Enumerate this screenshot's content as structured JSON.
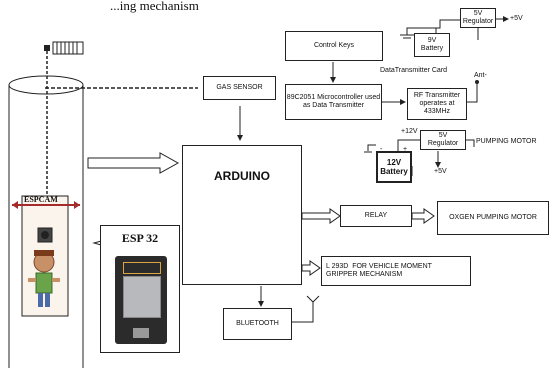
{
  "caption": "...ing mechanism",
  "blocks": {
    "gas_sensor": "GAS SENSOR",
    "arduino": "ARDUINO",
    "esp32": "ESP 32",
    "espcam": "ESPCAM",
    "control_keys": "Control Keys",
    "battery_9v": "9V\nBattery",
    "regulator_9v": "5V\nRegulator",
    "plus5v_top": "+5V",
    "data_tx_card": "DataTransmitter Card",
    "microcontroller": "89C2051 Microcontroller used as Data Transmitter",
    "rf_tx": "RF Transmitter operates at 433MHz",
    "antenna": "Ant-",
    "plus12v": "+12V",
    "regulator_5v": "5V\nRegulator",
    "pumping_motor": "PUMPING MOTOR",
    "battery_12v": "12V\nBattery",
    "plus5v": "+5V",
    "relay": "RELAY",
    "oxygen_motor": "OXGEN PUMPING MOTOR",
    "l293d": "L 293D  FOR VEHICLE MOMENT\nGRIPPER MECHANISM",
    "bluetooth": "BLUETOOTH",
    "neg_sign": "-",
    "pos_sign": "+"
  }
}
